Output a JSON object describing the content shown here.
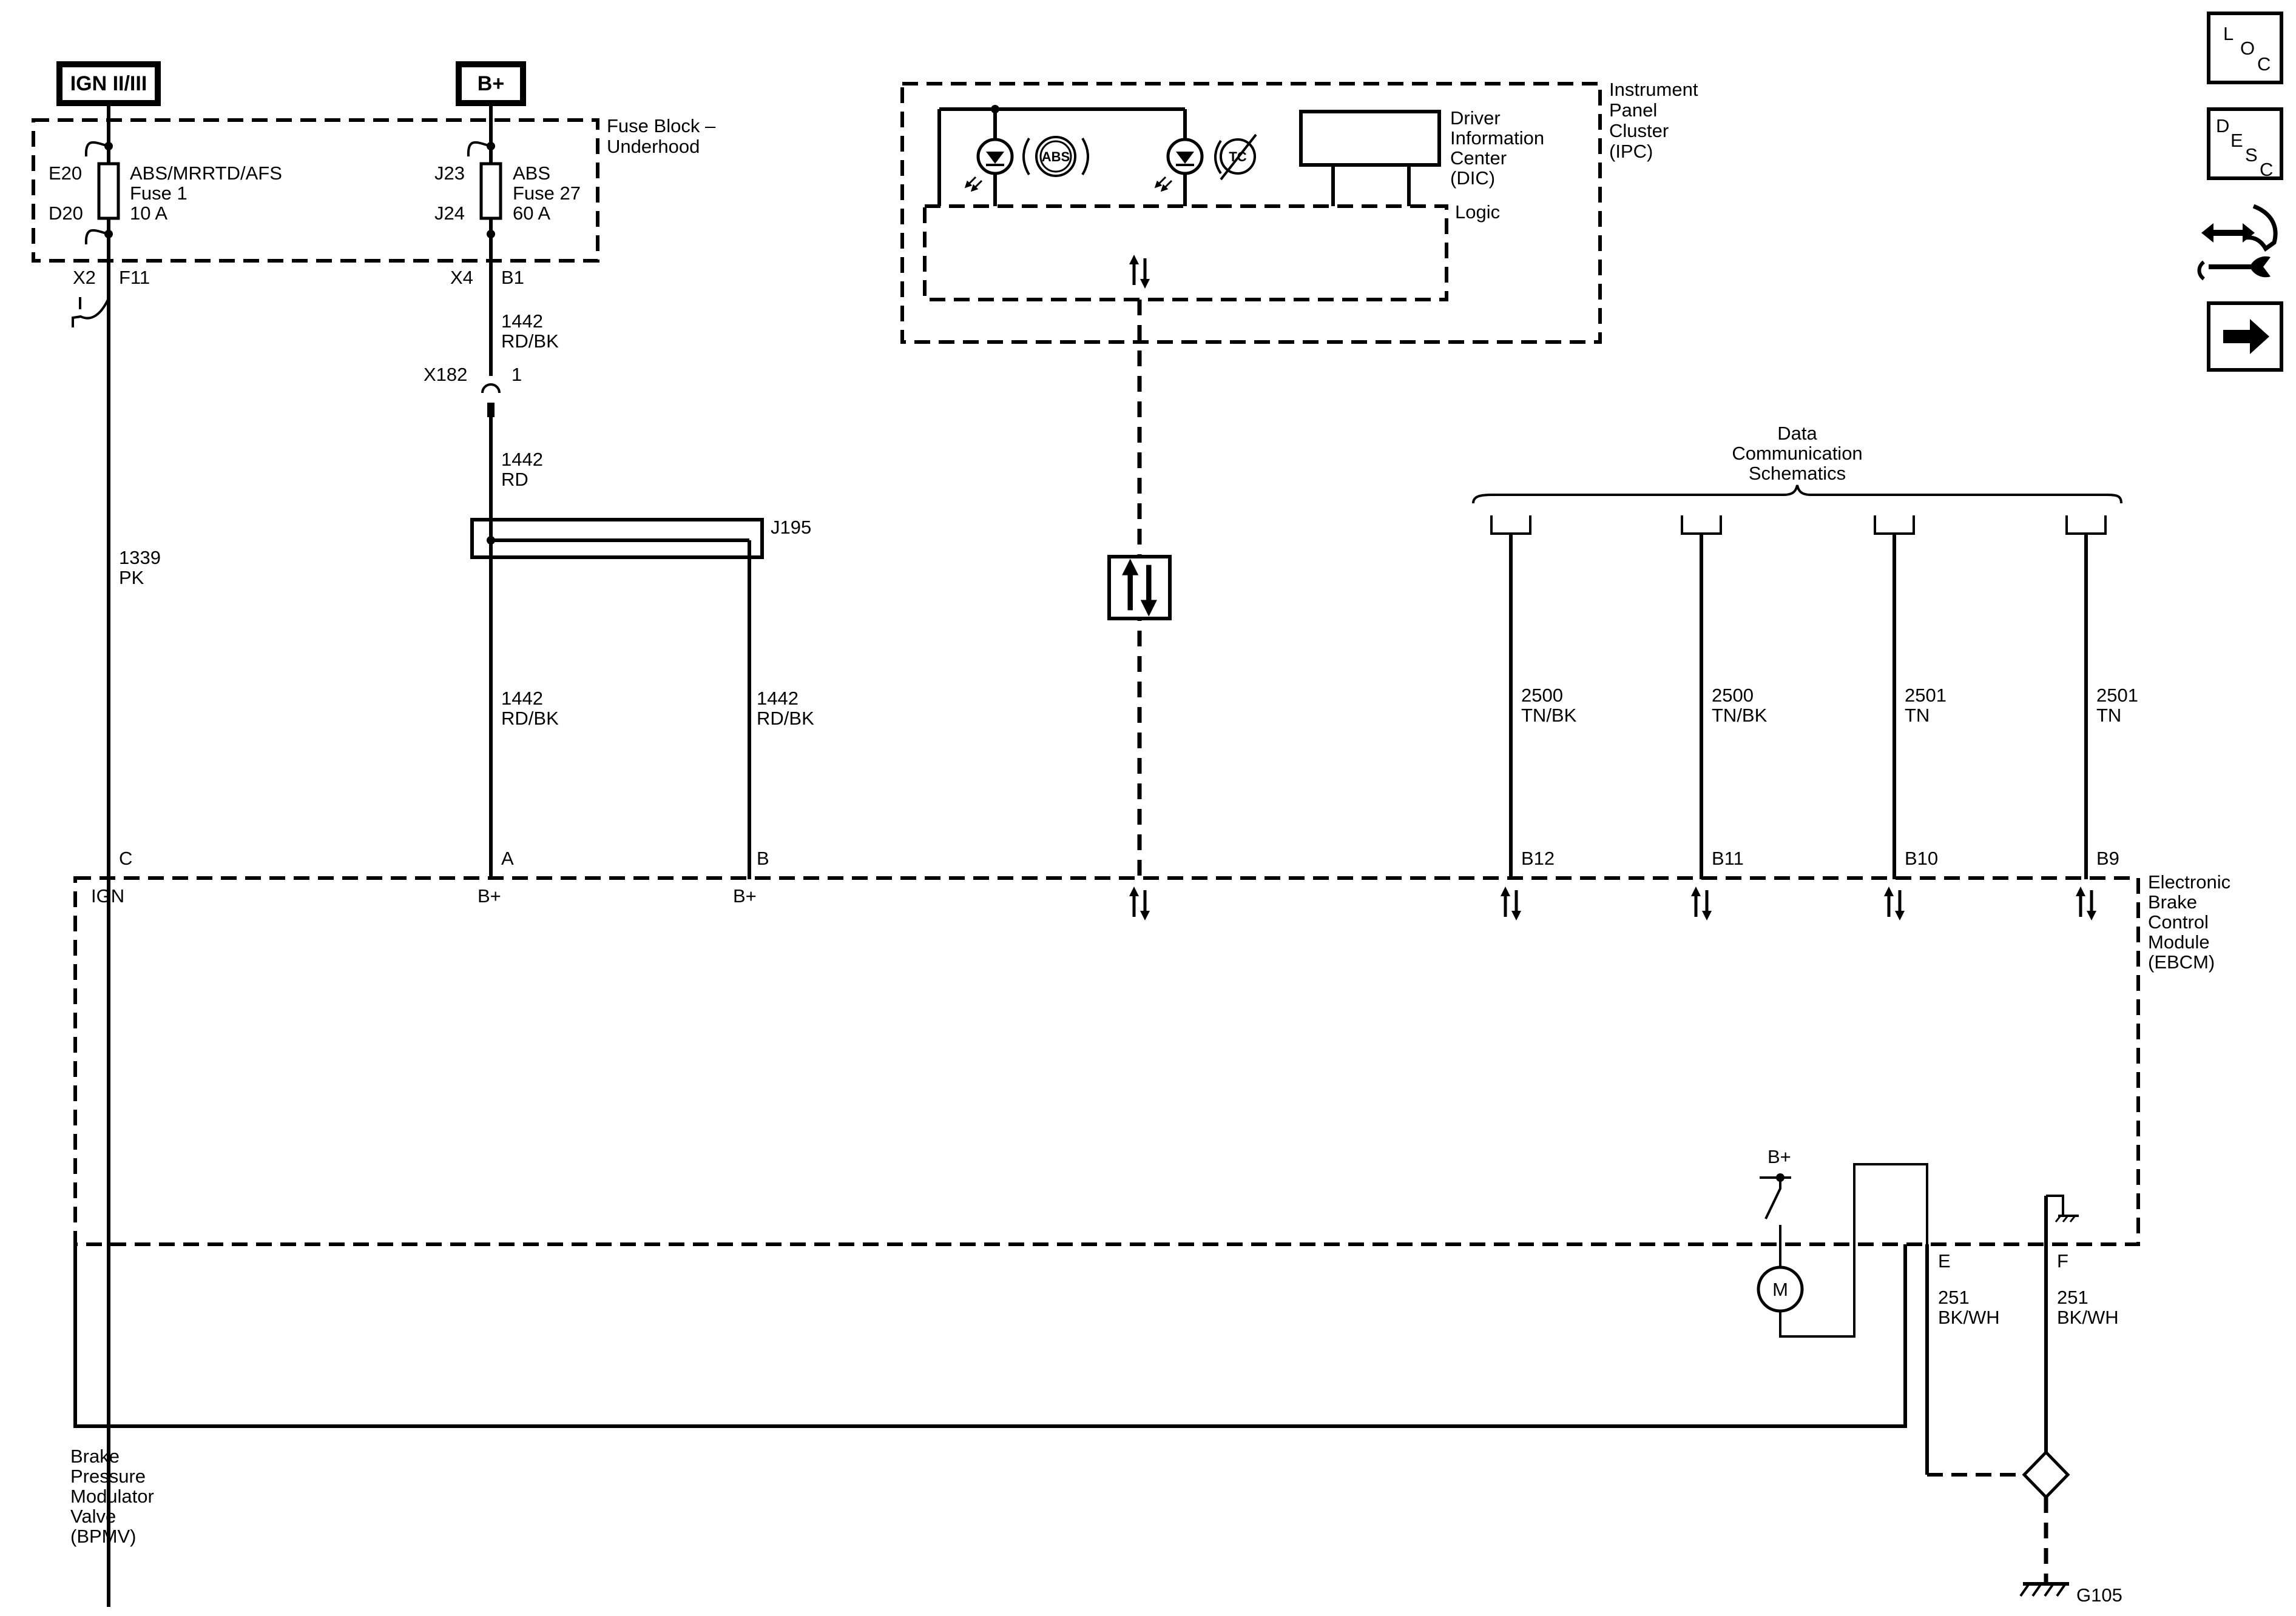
{
  "sources": {
    "ign": "IGN II/III",
    "batt": "B+"
  },
  "fuse_block": {
    "name_line1": "Fuse Block –",
    "name_line2": "Underhood",
    "fuse1": {
      "top_term": "E20",
      "bottom_term": "D20",
      "circuit": "ABS/MRRTD/AFS",
      "fuse": "Fuse 1",
      "rating": "10 A"
    },
    "fuse27": {
      "top_term": "J23",
      "bottom_term": "J24",
      "circuit": "ABS",
      "fuse": "Fuse 27",
      "rating": "60 A"
    }
  },
  "connectors": {
    "x2": "X2",
    "f11": "F11",
    "x4": "X4",
    "b1": "B1",
    "x182": "X182",
    "x182_pin": "1",
    "j195": "J195"
  },
  "wires": {
    "w1339_num": "1339",
    "w1339_color": "PK",
    "w1442a_num": "1442",
    "w1442a_color": "RD/BK",
    "w1442b_num": "1442",
    "w1442b_color": "RD",
    "w1442c_num": "1442",
    "w1442c_color": "RD/BK",
    "w1442d_num": "1442",
    "w1442d_color": "RD/BK",
    "w2500a_num": "2500",
    "w2500a_color": "TN/BK",
    "w2500b_num": "2500",
    "w2500b_color": "TN/BK",
    "w2501a_num": "2501",
    "w2501a_color": "TN",
    "w2501b_num": "2501",
    "w2501b_color": "TN",
    "w251e_num": "251",
    "w251e_color": "BK/WH",
    "w251f_num": "251",
    "w251f_color": "BK/WH"
  },
  "ipc": {
    "line1": "Instrument",
    "line2": "Panel",
    "line3": "Cluster",
    "line4": "(IPC)",
    "dic_line1": "Driver",
    "dic_line2": "Information",
    "dic_line3": "Center",
    "dic_line4": "(DIC)",
    "logic": "Logic",
    "abs_symbol": "ABS",
    "tc_symbol": "TC"
  },
  "data_comm": {
    "line1": "Data",
    "line2": "Communication",
    "line3": "Schematics"
  },
  "ebcm": {
    "line1": "Electronic",
    "line2": "Brake",
    "line3": "Control",
    "line4": "Module",
    "line5": "(EBCM)",
    "pins": {
      "c": "C",
      "a": "A",
      "b": "B",
      "b12": "B12",
      "b11": "B11",
      "b10": "B10",
      "b9": "B9",
      "e": "E",
      "f": "F"
    },
    "ign_label": "IGN",
    "bplus_a": "B+",
    "bplus_b": "B+",
    "motor_bplus": "B+",
    "motor": "M"
  },
  "bpmv": {
    "line1": "Brake",
    "line2": "Pressure",
    "line3": "Modulator",
    "line4": "Valve",
    "line5": "(BPMV)"
  },
  "ground": "G105",
  "nav": {
    "loc": {
      "l": "L",
      "o": "O",
      "c": "C"
    },
    "desc": {
      "d": "D",
      "e": "E",
      "s": "S",
      "c": "C"
    }
  }
}
